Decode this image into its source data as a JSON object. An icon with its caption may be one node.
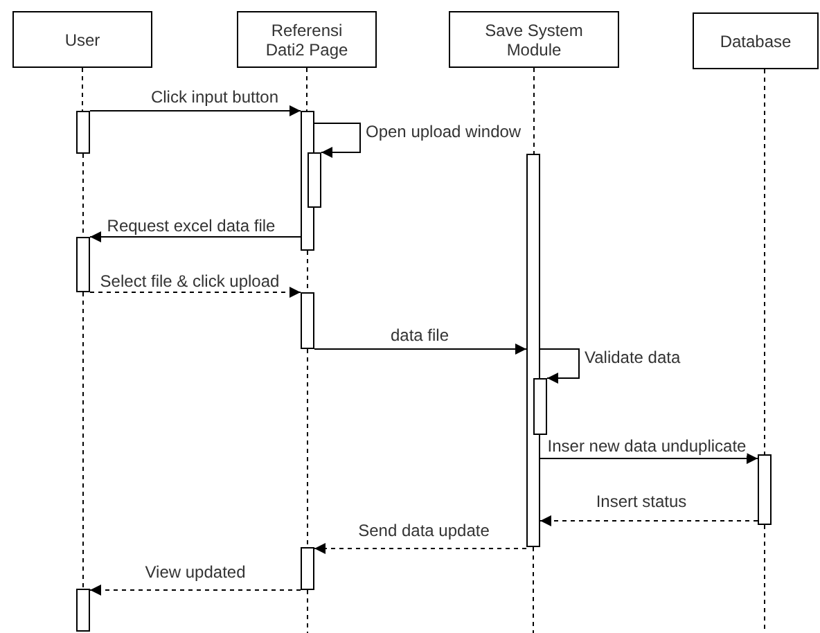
{
  "diagram": {
    "nodes": [
      {
        "text": [
          "User"
        ]
      },
      {
        "text": [
          "Referensi Dati2 Page"
        ]
      },
      {
        "text": [
          "Save System Module"
        ]
      },
      {
        "text": [
          "Database"
        ]
      },
      {
        "text": [],
        "shape": "bar"
      },
      {
        "text": [],
        "shape": "bar"
      },
      {
        "text": [],
        "shape": "bar"
      },
      {
        "text": [],
        "shape": "bar"
      },
      {
        "text": [],
        "shape": "bar"
      },
      {
        "text": [],
        "shape": "bar"
      },
      {
        "text": [],
        "shape": "bar"
      },
      {
        "text": [],
        "shape": "bar"
      },
      {
        "text": [],
        "shape": "bar"
      },
      {
        "text": [],
        "shape": "bar"
      }
    ],
    "edges": [
      {
        "from": 4,
        "to": 7,
        "arrow": "to",
        "label": "Click input button"
      },
      {
        "from": 7,
        "to": 8,
        "arrow": "to",
        "label": "Open upload window"
      },
      {
        "from": 7,
        "to": 5,
        "arrow": "to",
        "label": "Request excel data file"
      },
      {
        "from": 5,
        "to": 9,
        "arrow": "to",
        "label": "Select file & click upload",
        "style": "dashed"
      },
      {
        "from": 9,
        "to": 11,
        "arrow": "to",
        "label": "data file"
      },
      {
        "from": 11,
        "to": 12,
        "arrow": "to",
        "label": "Validate data"
      },
      {
        "from": 11,
        "to": 13,
        "arrow": "to",
        "label": "Inser new data unduplicate"
      },
      {
        "from": 13,
        "to": 11,
        "arrow": "to",
        "label": "Insert status",
        "style": "dashed"
      },
      {
        "from": 11,
        "to": 10,
        "arrow": "to",
        "label": "Send data update",
        "style": "dashed"
      },
      {
        "from": 10,
        "to": 6,
        "arrow": "to",
        "label": "View updated",
        "style": "dashed"
      },
      {
        "from": 0,
        "to": 4,
        "arrow": "none",
        "style": "dashed"
      },
      {
        "from": 4,
        "to": 5,
        "arrow": "none",
        "style": "dashed"
      },
      {
        "from": 5,
        "to": 6,
        "arrow": "none",
        "style": "dashed"
      },
      {
        "from": 1,
        "to": 7,
        "arrow": "none",
        "style": "dashed"
      },
      {
        "from": 7,
        "to": 9,
        "arrow": "none",
        "style": "dashed"
      },
      {
        "from": 9,
        "to": 10,
        "arrow": "none",
        "style": "dashed"
      },
      {
        "from": 10,
        "to": null,
        "arrow": "none",
        "style": "dashed"
      },
      {
        "from": 2,
        "to": 11,
        "arrow": "none",
        "style": "dashed"
      },
      {
        "from": 11,
        "to": null,
        "arrow": "none",
        "style": "dashed"
      },
      {
        "from": 3,
        "to": 13,
        "arrow": "none",
        "style": "dashed"
      },
      {
        "from": 13,
        "to": null,
        "arrow": "none",
        "style": "dashed"
      }
    ]
  }
}
